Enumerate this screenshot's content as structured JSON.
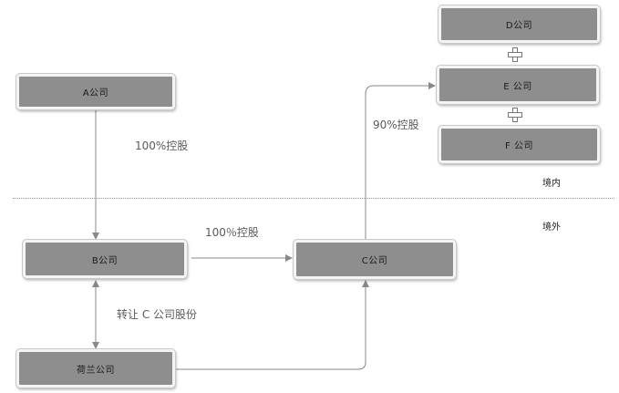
{
  "nodes": {
    "a": "A公司",
    "b": "B公司",
    "c": "C公司",
    "d": "D公司",
    "e": "E 公司",
    "f": "F 公司",
    "holland": "荷兰公司"
  },
  "edges": {
    "a_to_b": "100%控股",
    "b_to_c": "100％控股",
    "c_to_e": "90%控股",
    "holland_b": "转让 C 公司股份"
  },
  "zones": {
    "domestic": "境内",
    "overseas": "境外"
  },
  "colors": {
    "node_fill": "#8e8e8e",
    "node_border": "#f4f4f4",
    "connector": "#888888",
    "label_text": "#5a5a5a"
  }
}
